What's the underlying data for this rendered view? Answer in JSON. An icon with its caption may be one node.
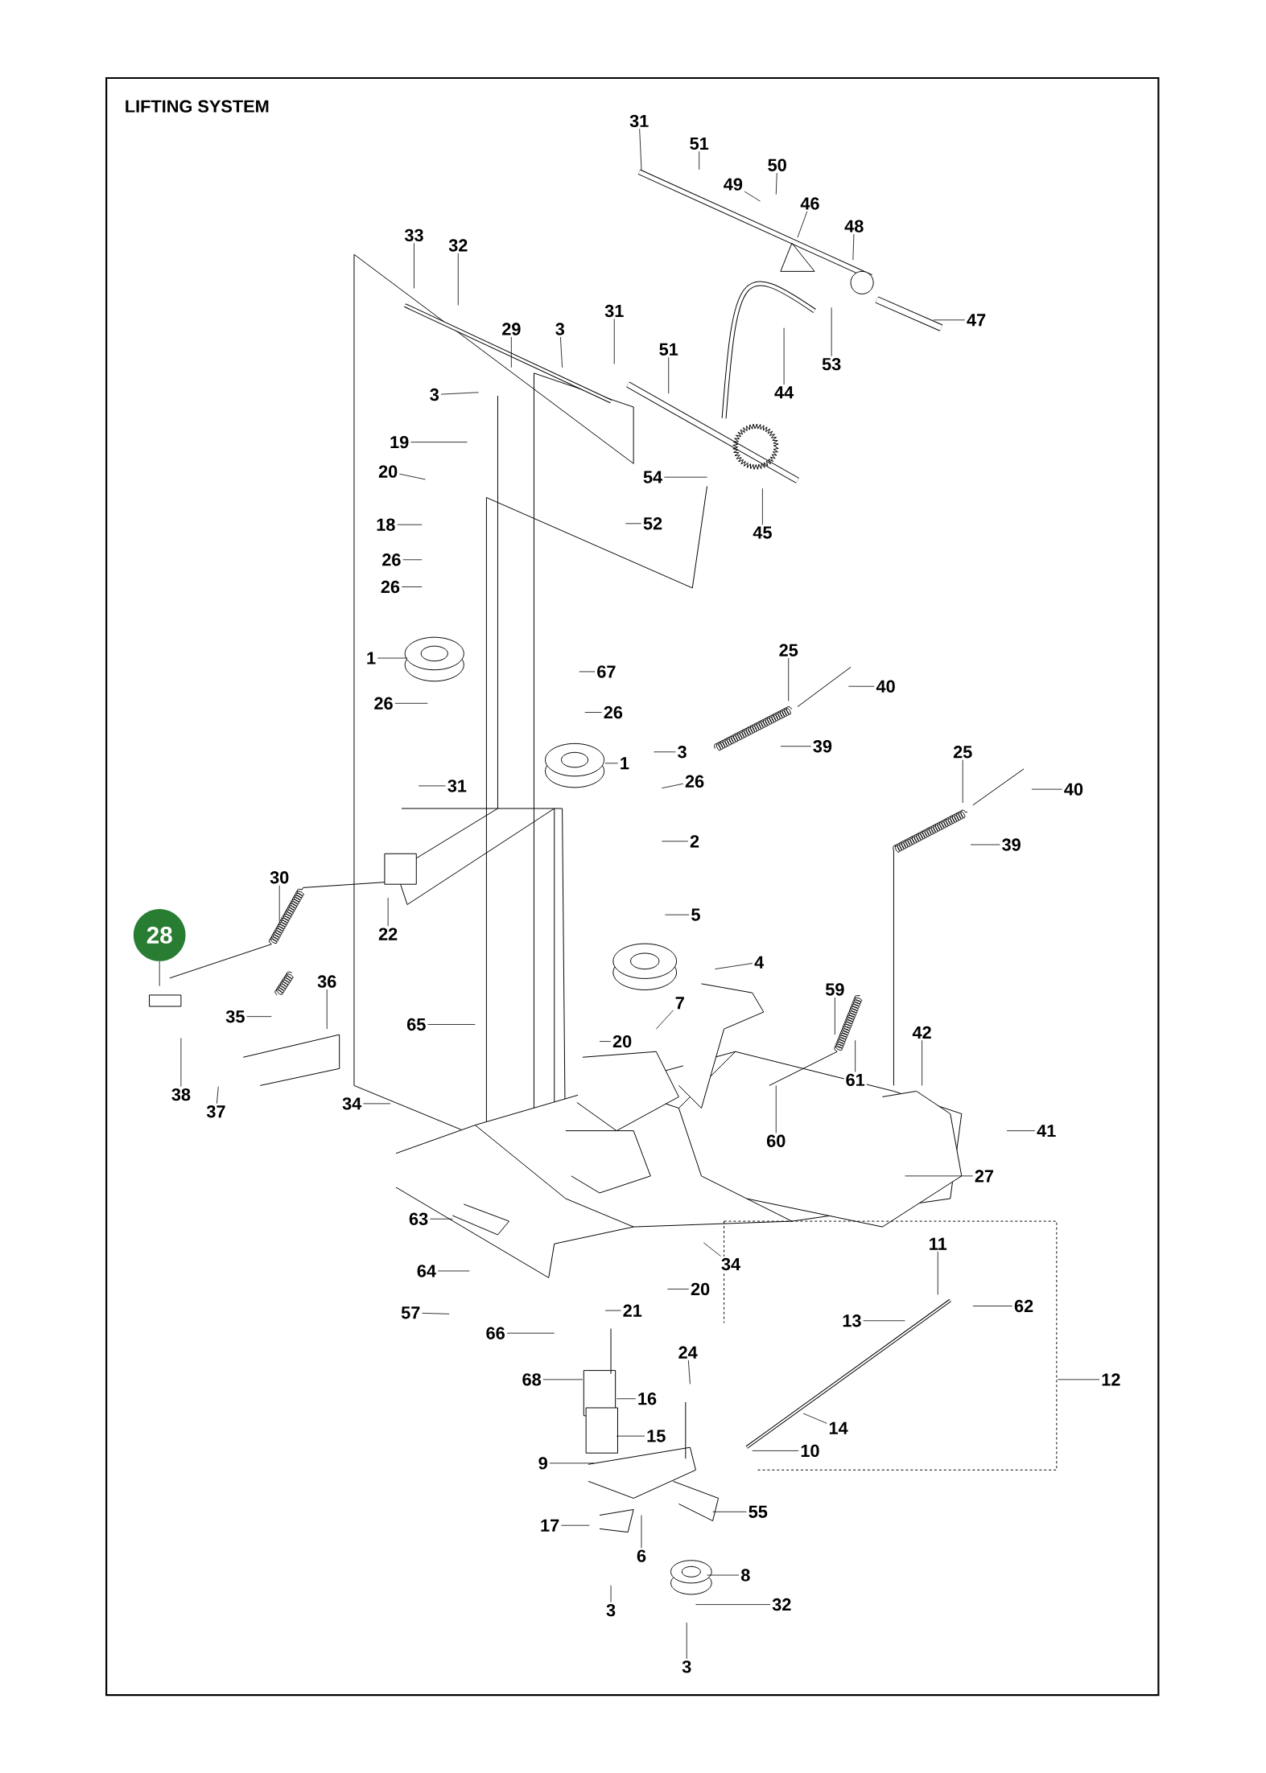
{
  "diagram": {
    "title": "LIFTING SYSTEM",
    "nodes": [
      {
        "text": [
          "31"
        ]
      },
      {
        "text": [
          "51"
        ]
      },
      {
        "text": [
          "50"
        ]
      },
      {
        "text": [
          "49"
        ]
      },
      {
        "text": [
          "46"
        ]
      },
      {
        "text": [
          "48"
        ]
      },
      {
        "text": [
          "33"
        ]
      },
      {
        "text": [
          "32"
        ]
      },
      {
        "text": [
          "47"
        ]
      },
      {
        "text": [
          "31"
        ]
      },
      {
        "text": [
          "29"
        ]
      },
      {
        "text": [
          "3"
        ]
      },
      {
        "text": [
          "51"
        ]
      },
      {
        "text": [
          "53"
        ]
      },
      {
        "text": [
          "44"
        ]
      },
      {
        "text": [
          "3"
        ]
      },
      {
        "text": [
          "19"
        ]
      },
      {
        "text": [
          "20"
        ]
      },
      {
        "text": [
          "54"
        ]
      },
      {
        "text": [
          "45"
        ]
      },
      {
        "text": [
          "52"
        ]
      },
      {
        "text": [
          "18"
        ]
      },
      {
        "text": [
          "26"
        ]
      },
      {
        "text": [
          "26"
        ]
      },
      {
        "text": [
          "1"
        ]
      },
      {
        "text": [
          "26"
        ]
      },
      {
        "text": [
          "67"
        ]
      },
      {
        "text": [
          "26"
        ]
      },
      {
        "text": [
          "25"
        ]
      },
      {
        "text": [
          "40"
        ]
      },
      {
        "text": [
          "39"
        ]
      },
      {
        "text": [
          "3"
        ]
      },
      {
        "text": [
          "1"
        ]
      },
      {
        "text": [
          "26"
        ]
      },
      {
        "text": [
          "25"
        ]
      },
      {
        "text": [
          "40"
        ]
      },
      {
        "text": [
          "39"
        ]
      },
      {
        "text": [
          "31"
        ]
      },
      {
        "text": [
          "2"
        ]
      },
      {
        "text": [
          "30"
        ]
      },
      {
        "text": [
          "22"
        ]
      },
      {
        "text": [
          "5"
        ]
      },
      {
        "text": [
          "4"
        ]
      },
      {
        "text": [
          "28"
        ]
      },
      {
        "text": [
          "36"
        ]
      },
      {
        "text": [
          "35"
        ]
      },
      {
        "text": [
          "59"
        ]
      },
      {
        "text": [
          "7"
        ]
      },
      {
        "text": [
          "65"
        ]
      },
      {
        "text": [
          "20"
        ]
      },
      {
        "text": [
          "61"
        ]
      },
      {
        "text": [
          "42"
        ]
      },
      {
        "text": [
          "38"
        ]
      },
      {
        "text": [
          "37"
        ]
      },
      {
        "text": [
          "34"
        ]
      },
      {
        "text": [
          "60"
        ]
      },
      {
        "text": [
          "41"
        ]
      },
      {
        "text": [
          "27"
        ]
      },
      {
        "text": [
          "11"
        ]
      },
      {
        "text": [
          "63"
        ]
      },
      {
        "text": [
          "34"
        ]
      },
      {
        "text": [
          "64"
        ]
      },
      {
        "text": [
          "20"
        ]
      },
      {
        "text": [
          "13"
        ]
      },
      {
        "text": [
          "62"
        ]
      },
      {
        "text": [
          "21"
        ]
      },
      {
        "text": [
          "57"
        ]
      },
      {
        "text": [
          "66"
        ]
      },
      {
        "text": [
          "12"
        ]
      },
      {
        "text": [
          "24"
        ]
      },
      {
        "text": [
          "68"
        ]
      },
      {
        "text": [
          "16"
        ]
      },
      {
        "text": [
          "15"
        ]
      },
      {
        "text": [
          "14"
        ]
      },
      {
        "text": [
          "10"
        ]
      },
      {
        "text": [
          "9"
        ]
      },
      {
        "text": [
          "55"
        ]
      },
      {
        "text": [
          "17"
        ]
      },
      {
        "text": [
          "6"
        ]
      },
      {
        "text": [
          "8"
        ]
      },
      {
        "text": [
          "3"
        ]
      },
      {
        "text": [
          "32"
        ]
      },
      {
        "text": [
          "3"
        ]
      }
    ],
    "edges": [
      {
        "from": 0,
        "to": null,
        "arrow": "none"
      },
      {
        "from": 1,
        "to": null,
        "arrow": "none"
      },
      {
        "from": 2,
        "to": null,
        "arrow": "none"
      },
      {
        "from": 3,
        "to": null,
        "arrow": "none"
      },
      {
        "from": 4,
        "to": null,
        "arrow": "none"
      },
      {
        "from": 5,
        "to": null,
        "arrow": "none"
      },
      {
        "from": 6,
        "to": null,
        "arrow": "none"
      },
      {
        "from": 7,
        "to": null,
        "arrow": "none"
      },
      {
        "from": 8,
        "to": null,
        "arrow": "none"
      },
      {
        "from": 9,
        "to": null,
        "arrow": "none"
      },
      {
        "from": 10,
        "to": null,
        "arrow": "none"
      },
      {
        "from": 11,
        "to": null,
        "arrow": "none"
      },
      {
        "from": 12,
        "to": null,
        "arrow": "none"
      },
      {
        "from": 13,
        "to": null,
        "arrow": "none"
      },
      {
        "from": 14,
        "to": null,
        "arrow": "none"
      },
      {
        "from": 15,
        "to": null,
        "arrow": "none"
      },
      {
        "from": 16,
        "to": null,
        "arrow": "none"
      },
      {
        "from": 17,
        "to": null,
        "arrow": "none"
      },
      {
        "from": 18,
        "to": null,
        "arrow": "none"
      },
      {
        "from": 19,
        "to": null,
        "arrow": "none"
      },
      {
        "from": 20,
        "to": null,
        "arrow": "none"
      },
      {
        "from": 21,
        "to": null,
        "arrow": "none"
      },
      {
        "from": 22,
        "to": null,
        "arrow": "none"
      },
      {
        "from": 23,
        "to": null,
        "arrow": "none"
      },
      {
        "from": 24,
        "to": null,
        "arrow": "none"
      },
      {
        "from": 25,
        "to": null,
        "arrow": "none"
      },
      {
        "from": 26,
        "to": null,
        "arrow": "none"
      },
      {
        "from": 27,
        "to": null,
        "arrow": "none"
      },
      {
        "from": 28,
        "to": null,
        "arrow": "none"
      },
      {
        "from": 29,
        "to": null,
        "arrow": "none"
      },
      {
        "from": 30,
        "to": null,
        "arrow": "none"
      },
      {
        "from": 31,
        "to": null,
        "arrow": "none"
      },
      {
        "from": 32,
        "to": null,
        "arrow": "none"
      },
      {
        "from": 33,
        "to": null,
        "arrow": "none"
      },
      {
        "from": 34,
        "to": null,
        "arrow": "none"
      },
      {
        "from": 35,
        "to": null,
        "arrow": "none"
      },
      {
        "from": 36,
        "to": null,
        "arrow": "none"
      },
      {
        "from": 37,
        "to": null,
        "arrow": "none"
      },
      {
        "from": 38,
        "to": null,
        "arrow": "none"
      },
      {
        "from": 39,
        "to": null,
        "arrow": "none"
      },
      {
        "from": 40,
        "to": null,
        "arrow": "none"
      },
      {
        "from": 41,
        "to": null,
        "arrow": "none"
      },
      {
        "from": 42,
        "to": null,
        "arrow": "none"
      },
      {
        "from": 43,
        "to": null,
        "arrow": "none"
      },
      {
        "from": 44,
        "to": null,
        "arrow": "none"
      },
      {
        "from": 45,
        "to": null,
        "arrow": "none"
      },
      {
        "from": 46,
        "to": null,
        "arrow": "none"
      },
      {
        "from": 47,
        "to": null,
        "arrow": "none"
      },
      {
        "from": 48,
        "to": null,
        "arrow": "none"
      },
      {
        "from": 49,
        "to": null,
        "arrow": "none"
      },
      {
        "from": 50,
        "to": null,
        "arrow": "none"
      },
      {
        "from": 51,
        "to": null,
        "arrow": "none"
      },
      {
        "from": 52,
        "to": null,
        "arrow": "none"
      },
      {
        "from": 53,
        "to": null,
        "arrow": "none"
      },
      {
        "from": 54,
        "to": null,
        "arrow": "none"
      },
      {
        "from": 55,
        "to": null,
        "arrow": "none"
      },
      {
        "from": 56,
        "to": null,
        "arrow": "none"
      },
      {
        "from": 57,
        "to": null,
        "arrow": "none"
      },
      {
        "from": 58,
        "to": null,
        "arrow": "none"
      },
      {
        "from": 59,
        "to": null,
        "arrow": "none"
      },
      {
        "from": 60,
        "to": null,
        "arrow": "none"
      },
      {
        "from": 61,
        "to": null,
        "arrow": "none"
      },
      {
        "from": 62,
        "to": null,
        "arrow": "none"
      },
      {
        "from": 63,
        "to": null,
        "arrow": "none"
      },
      {
        "from": 64,
        "to": null,
        "arrow": "none"
      },
      {
        "from": 65,
        "to": null,
        "arrow": "none"
      },
      {
        "from": 66,
        "to": null,
        "arrow": "none"
      },
      {
        "from": 67,
        "to": null,
        "arrow": "none"
      },
      {
        "from": 68,
        "to": null,
        "arrow": "none"
      },
      {
        "from": 69,
        "to": null,
        "arrow": "none"
      },
      {
        "from": 70,
        "to": null,
        "arrow": "none"
      },
      {
        "from": 71,
        "to": null,
        "arrow": "none"
      },
      {
        "from": 72,
        "to": null,
        "arrow": "none"
      },
      {
        "from": 73,
        "to": null,
        "arrow": "none"
      },
      {
        "from": 74,
        "to": null,
        "arrow": "none"
      },
      {
        "from": 75,
        "to": null,
        "arrow": "none"
      },
      {
        "from": 76,
        "to": null,
        "arrow": "none"
      },
      {
        "from": 77,
        "to": null,
        "arrow": "none"
      },
      {
        "from": 78,
        "to": null,
        "arrow": "none"
      },
      {
        "from": 79,
        "to": null,
        "arrow": "none"
      },
      {
        "from": 80,
        "to": null,
        "arrow": "none"
      },
      {
        "from": 81,
        "to": null,
        "arrow": "none"
      },
      {
        "from": 82,
        "to": null,
        "arrow": "none"
      }
    ]
  }
}
